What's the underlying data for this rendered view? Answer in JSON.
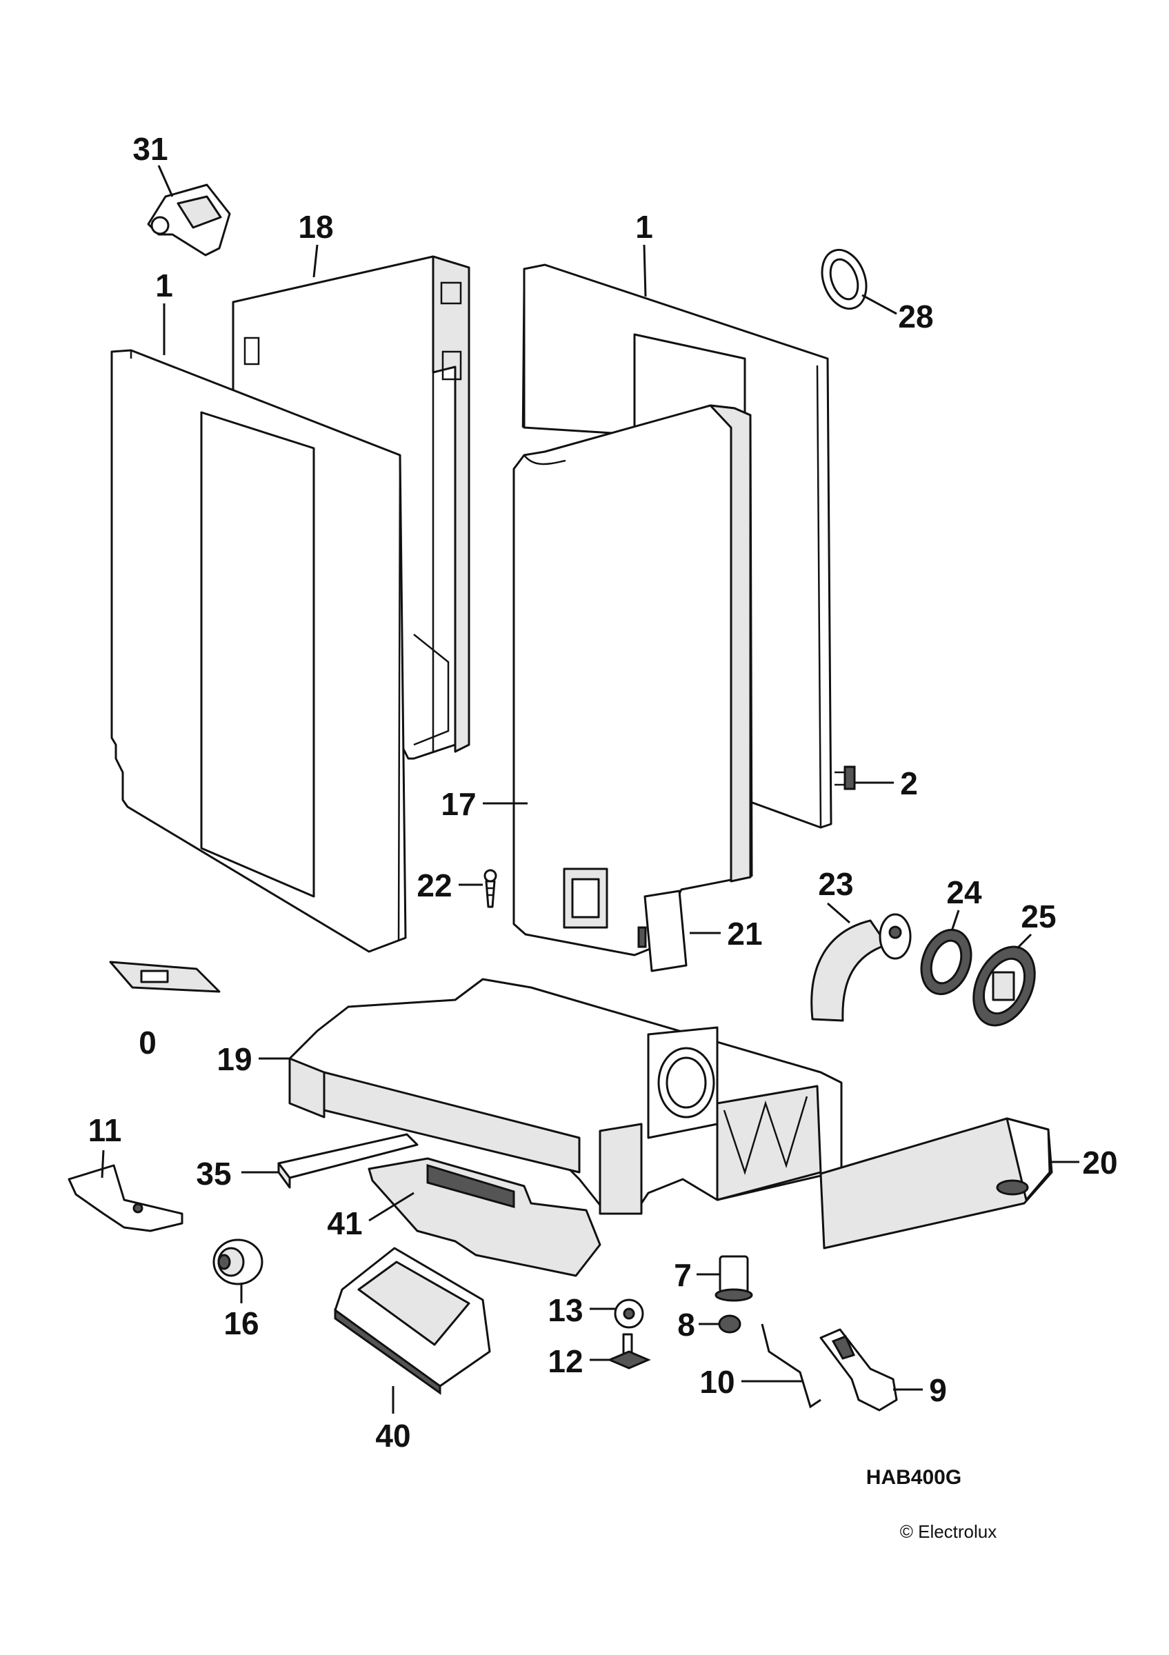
{
  "diagram": {
    "model_code": "HAB400G",
    "copyright": "© Electrolux",
    "callouts": [
      {
        "id": "31",
        "label": "31"
      },
      {
        "id": "18",
        "label": "18"
      },
      {
        "id": "1_left",
        "label": "1"
      },
      {
        "id": "1_right",
        "label": "1"
      },
      {
        "id": "28",
        "label": "28"
      },
      {
        "id": "2",
        "label": "2"
      },
      {
        "id": "17",
        "label": "17"
      },
      {
        "id": "22",
        "label": "22"
      },
      {
        "id": "23",
        "label": "23"
      },
      {
        "id": "24",
        "label": "24"
      },
      {
        "id": "25",
        "label": "25"
      },
      {
        "id": "21",
        "label": "21"
      },
      {
        "id": "0",
        "label": "0"
      },
      {
        "id": "19",
        "label": "19"
      },
      {
        "id": "11",
        "label": "11"
      },
      {
        "id": "35",
        "label": "35"
      },
      {
        "id": "20",
        "label": "20"
      },
      {
        "id": "41",
        "label": "41"
      },
      {
        "id": "16",
        "label": "16"
      },
      {
        "id": "7",
        "label": "7"
      },
      {
        "id": "13",
        "label": "13"
      },
      {
        "id": "8",
        "label": "8"
      },
      {
        "id": "12",
        "label": "12"
      },
      {
        "id": "10",
        "label": "10"
      },
      {
        "id": "9",
        "label": "9"
      },
      {
        "id": "40",
        "label": "40"
      }
    ]
  }
}
